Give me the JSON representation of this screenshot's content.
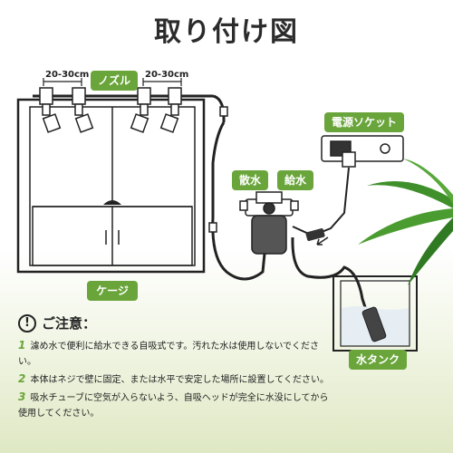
{
  "title": "取り付け図",
  "labels": {
    "nozzle": "ノズル",
    "dim_left": "20-30cm",
    "dim_right": "20-30cm",
    "power_socket": "電源ソケット",
    "spray": "散水",
    "supply": "給水",
    "cage": "ケージ",
    "tank": "水タンク"
  },
  "notes": {
    "heading": "ご注意：",
    "items": [
      {
        "num": "1",
        "text": "濾め水で便利に給水できる自吸式です。汚れた水は使用しないでください。"
      },
      {
        "num": "2",
        "text": "本体はネジで壁に固定、または水平で安定した場所に設置してください。"
      },
      {
        "num": "3",
        "text": "吸水チューブに空気が入らないよう、自吸ヘッドが完全に水没にしてから使用してください。"
      }
    ]
  },
  "colors": {
    "accent": "#6aa53b",
    "line": "#222222"
  }
}
